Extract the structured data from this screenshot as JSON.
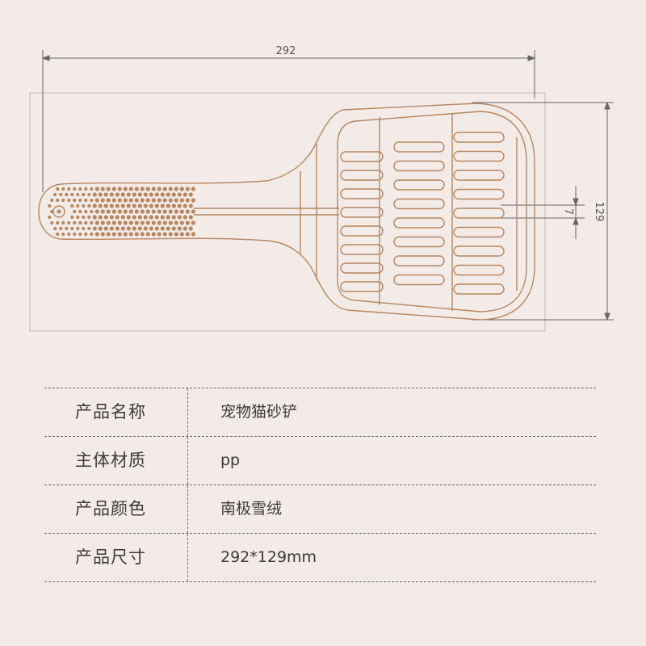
{
  "drawing": {
    "width_dim_label": "292",
    "height_dim_label": "129",
    "slot_dim_label": "7",
    "outline_color": "#b8865f",
    "line_color": "#6e6e6e"
  },
  "spec_table": {
    "rows": [
      {
        "label": "产品名称",
        "value": "宠物猫砂铲"
      },
      {
        "label": "主体材质",
        "value": "pp"
      },
      {
        "label": "产品颜色",
        "value": "南极雪绒"
      },
      {
        "label": "产品尺寸",
        "value": "292*129mm"
      }
    ]
  }
}
